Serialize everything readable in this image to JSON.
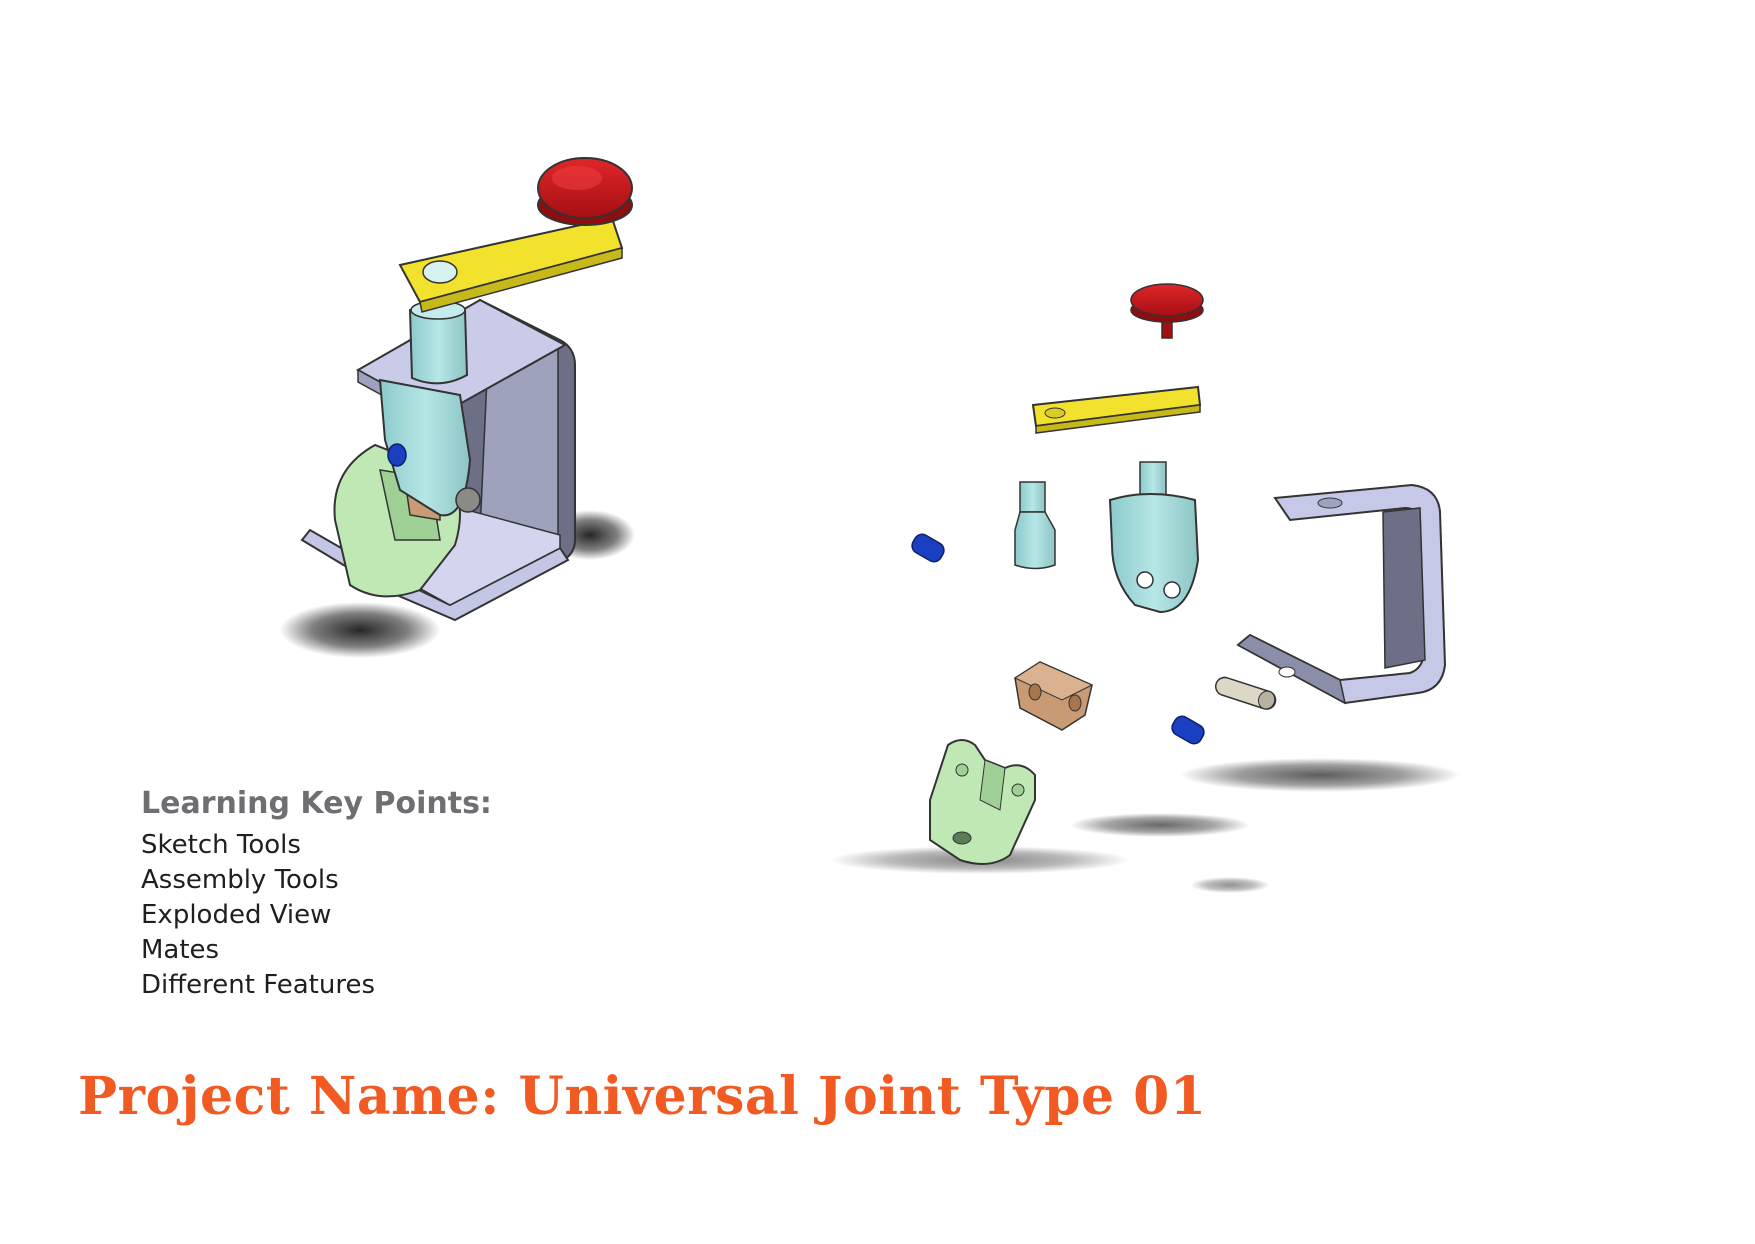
{
  "learning": {
    "heading": "Learning Key Points:",
    "items": [
      "Sketch Tools",
      "Assembly Tools",
      "Exploded View",
      "Mates",
      "Different Features"
    ]
  },
  "project": {
    "title": "Project Name: Universal Joint Type 01"
  },
  "colors": {
    "title_orange": "#f15a22",
    "heading_gray": "#6f6f73",
    "knob_red": "#c8161b",
    "handle_yellow": "#f2e12d",
    "shaft_cyan": "#a9dcdc",
    "bracket_lavender": "#c5c8e6",
    "yoke_green": "#bfe8b4",
    "block_tan": "#c99b74",
    "screw_blue": "#1a3fc0",
    "pin_beige": "#ddd8c6"
  },
  "icons": [
    "assembled-universal-joint",
    "exploded-universal-joint"
  ]
}
